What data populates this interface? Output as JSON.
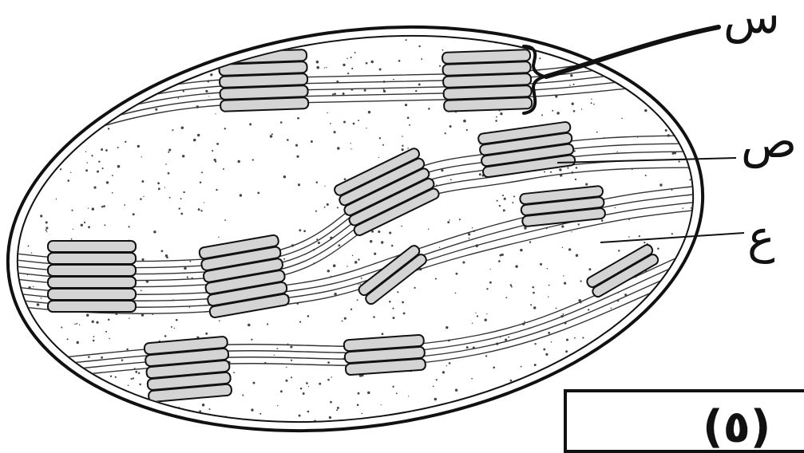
{
  "labels": {
    "stack_label": "س",
    "granum_label": "ص",
    "stroma_label": "ع"
  },
  "caption": {
    "text": "(٥)"
  },
  "colors": {
    "ink": "#111111",
    "disc_fill": "#d4d4d4",
    "background": "#ffffff"
  }
}
